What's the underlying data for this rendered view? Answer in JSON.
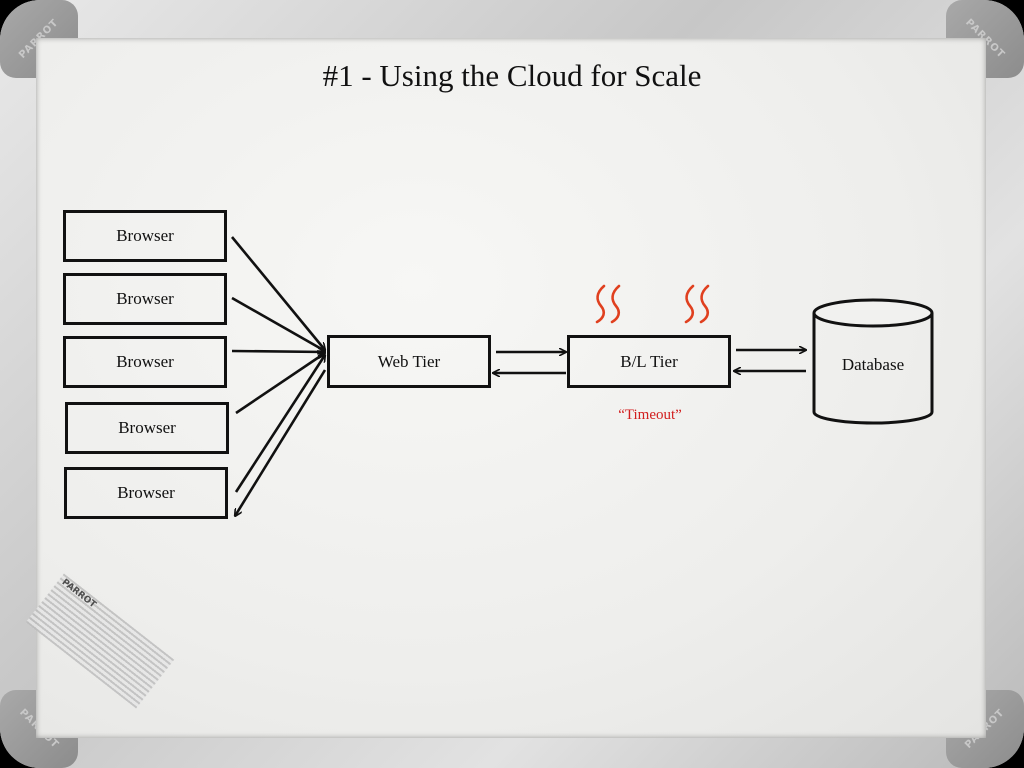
{
  "title": "#1 - Using the Cloud for Scale",
  "browsers": [
    "Browser",
    "Browser",
    "Browser",
    "Browser",
    "Browser"
  ],
  "web_tier": "Web Tier",
  "bl_tier": "B/L Tier",
  "database": "Database",
  "timeout": "“Timeout”",
  "frame_brand": "PARROT",
  "colors": {
    "heat": "#e0401f",
    "timeout": "#d21f1f",
    "ink": "#111111"
  }
}
